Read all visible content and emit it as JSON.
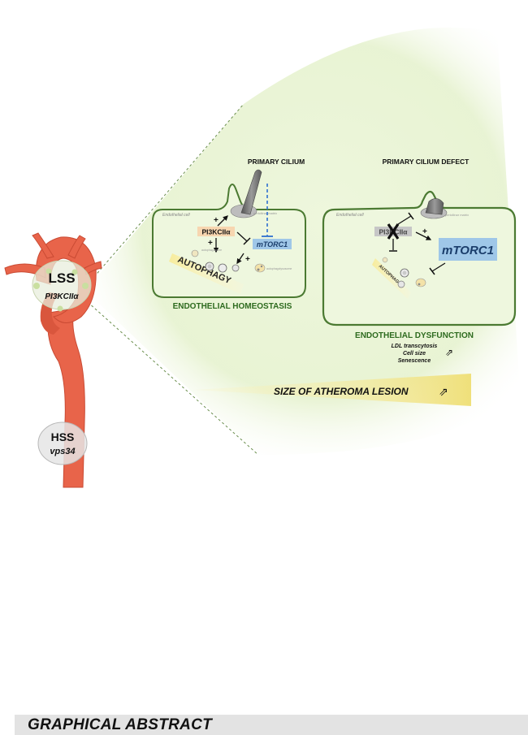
{
  "colors": {
    "artery": "#e8644a",
    "artery_dark": "#c94a33",
    "cell_border": "#4b7a32",
    "glow": "#e6f3cc",
    "green_text": "#2e6b1f",
    "mtorc_fill": "#9fc7e8",
    "pi3k_fill": "#f7d6b0",
    "cilium": "#6e6e6e",
    "inhibit_blue": "#2f6fd0",
    "autophagy_band": "#f4e79a",
    "atheroma_band": "#f2e48c"
  },
  "artery": {
    "region_top": "LSS",
    "region_top_enzyme": "PI3KCIIα",
    "region_bottom": "HSS",
    "region_bottom_enzyme": "vps34"
  },
  "healthy_cell": {
    "title": "PRIMARY CILIUM",
    "cell_label": "Endothelial cell",
    "matrix_label": "pericilinar matrix",
    "enzyme": "PI3KCIIα",
    "complex": "mTORC1",
    "pathway": "AUTOPHAGY",
    "plus_top": "+",
    "plus_left": "+",
    "plus_right": "+",
    "autophagosome_label": "autophagosome",
    "autolysosome_label": "autophagolysosome",
    "caption": "ENDOTHELIAL HOMEOSTASIS"
  },
  "defect_cell": {
    "title": "PRIMARY CILIUM DEFECT",
    "cell_label": "Endothelial cell",
    "matrix_label": "pericilinar matrix",
    "enzyme": "PI3KCIIα",
    "complex": "mTORC1",
    "pathway": "AUTOPHAGY",
    "plus": "+",
    "caption": "ENDOTHELIAL DYSFUNCTION",
    "effects": [
      "LDL transcytosis",
      "Cell size",
      "Senescence"
    ],
    "effect_arrow": "⇗"
  },
  "atheroma": {
    "label": "SIZE OF ATHEROMA LESION",
    "arrow": "⇗"
  },
  "footer": {
    "text": "GRAPHICAL ABSTRACT"
  }
}
